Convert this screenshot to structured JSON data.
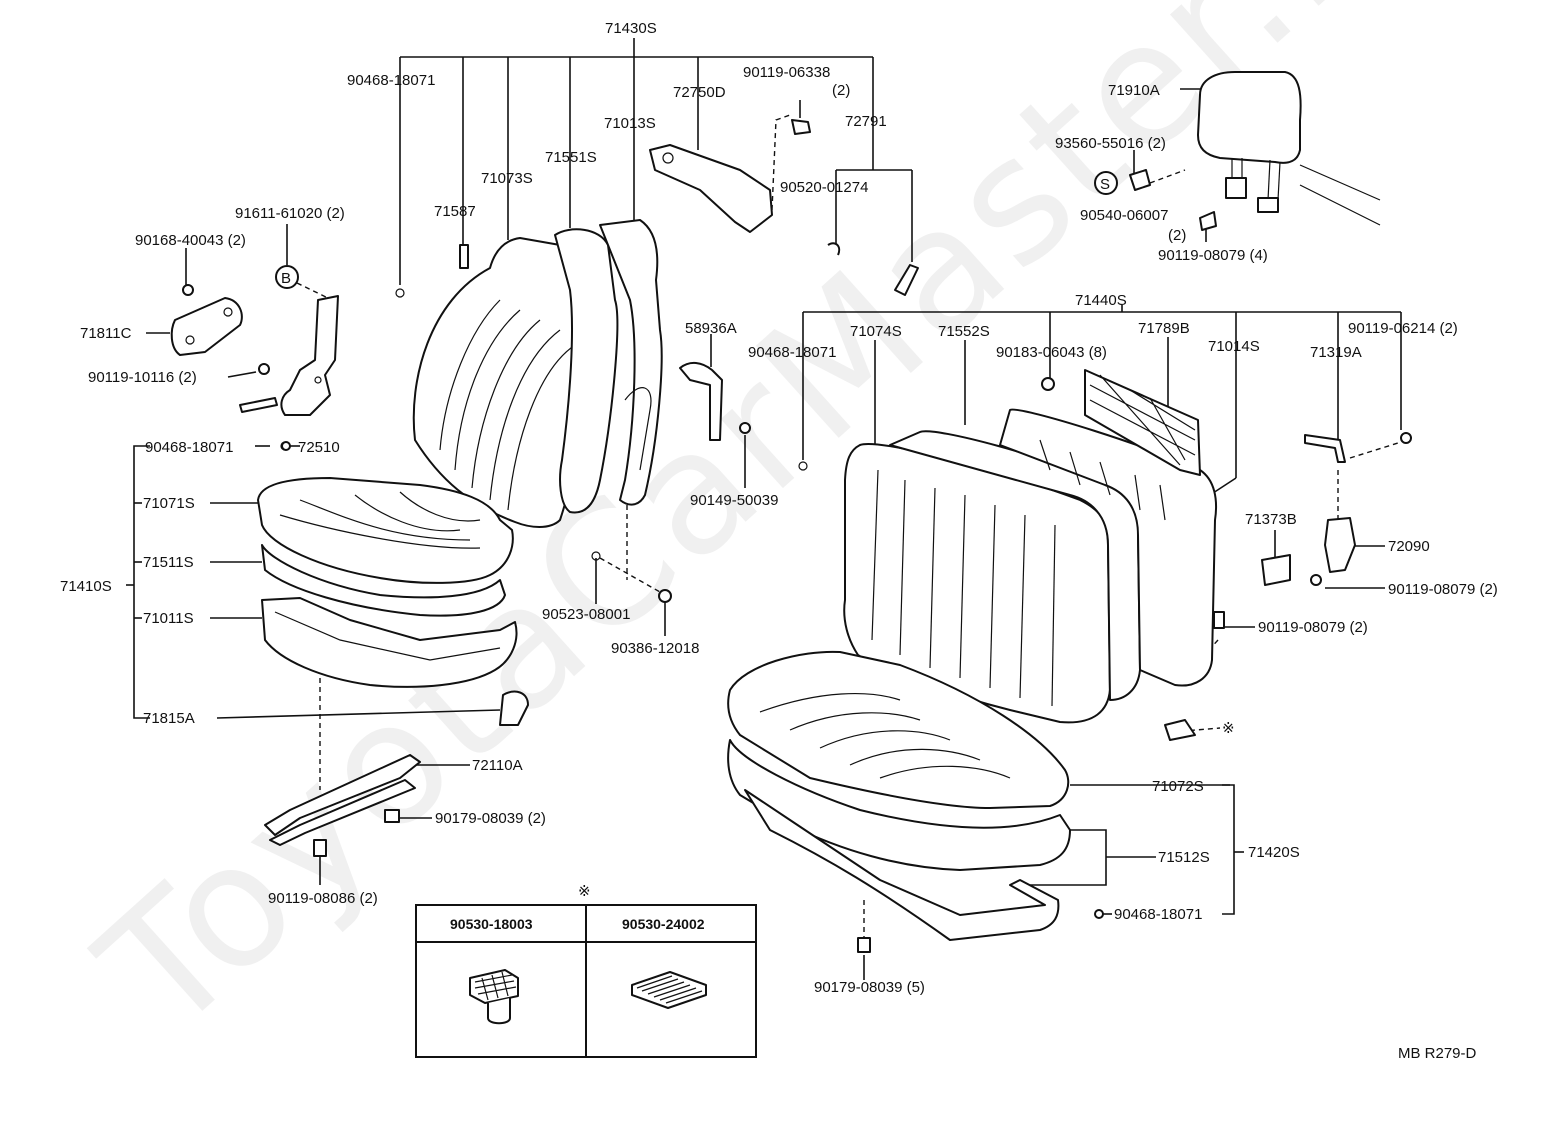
{
  "watermark": "ToyotaCarMaster.ru",
  "figure_code": "MB R279-D",
  "asterisk": "※",
  "circle_b": "B",
  "circle_s": "S",
  "table": {
    "col1": "90530-18003",
    "col2": "90530-24002"
  },
  "labels": {
    "l_71430S": "71430S",
    "l_90468_18071_top": "90468-18071",
    "l_90119_06338": "90119-06338",
    "l_90119_06338_qty": "(2)",
    "l_72750D": "72750D",
    "l_72791": "72791",
    "l_71013S": "71013S",
    "l_71551S": "71551S",
    "l_71073S": "71073S",
    "l_90520_01274": "90520-01274",
    "l_71587": "71587",
    "l_91611_61020": "91611-61020 (2)",
    "l_90168_40043": "90168-40043 (2)",
    "l_71811C": "71811C",
    "l_90119_10116": "90119-10116 (2)",
    "l_90468_18071_left": "90468-18071",
    "l_72510": "72510",
    "l_71071S": "71071S",
    "l_71511S": "71511S",
    "l_71410S": "71410S",
    "l_71011S": "71011S",
    "l_71815A": "71815A",
    "l_72110A": "72110A",
    "l_90179_08039_2": "90179-08039 (2)",
    "l_90119_08086": "90119-08086 (2)",
    "l_90523_08001": "90523-08001",
    "l_90386_12018": "90386-12018",
    "l_58936A": "58936A",
    "l_90149_50039": "90149-50039",
    "l_71910A": "71910A",
    "l_93560_55016": "93560-55016 (2)",
    "l_90540_06007": "90540-06007",
    "l_90540_06007_qty": "(2)",
    "l_90119_08079_4": "90119-08079 (4)",
    "l_71440S": "71440S",
    "l_90468_18071_mid": "90468-18071",
    "l_71074S": "71074S",
    "l_71552S": "71552S",
    "l_90183_06043": "90183-06043 (8)",
    "l_71789B": "71789B",
    "l_71014S": "71014S",
    "l_71319A": "71319A",
    "l_90119_06214": "90119-06214 (2)",
    "l_71373B": "71373B",
    "l_72090": "72090",
    "l_90119_08079_2a": "90119-08079 (2)",
    "l_90119_08079_2b": "90119-08079 (2)",
    "l_71072S": "71072S",
    "l_71512S": "71512S",
    "l_71420S": "71420S",
    "l_90468_18071_bottom": "90468-18071",
    "l_90179_08039_5": "90179-08039 (5)"
  }
}
